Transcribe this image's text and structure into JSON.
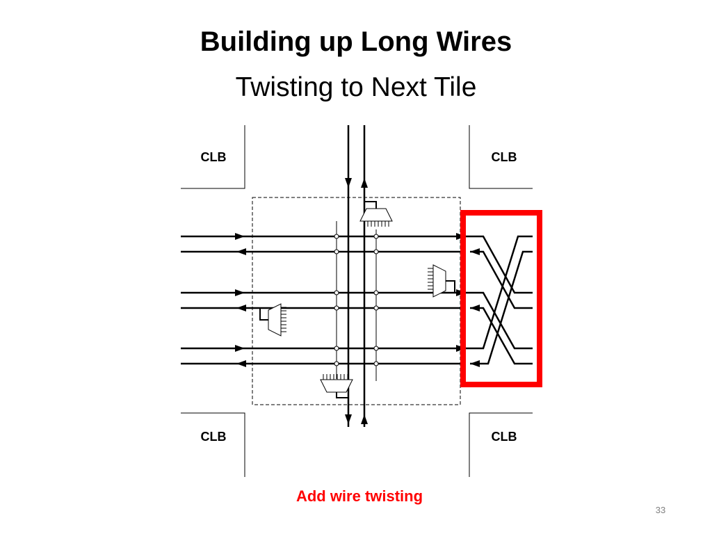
{
  "slide": {
    "title": "Building up Long Wires",
    "subtitle": "Twisting to Next Tile",
    "caption": "Add wire twisting",
    "page_number": "33"
  },
  "diagram": {
    "clb_labels": [
      "CLB",
      "CLB",
      "CLB",
      "CLB"
    ],
    "highlight_color": "#ff0000"
  }
}
